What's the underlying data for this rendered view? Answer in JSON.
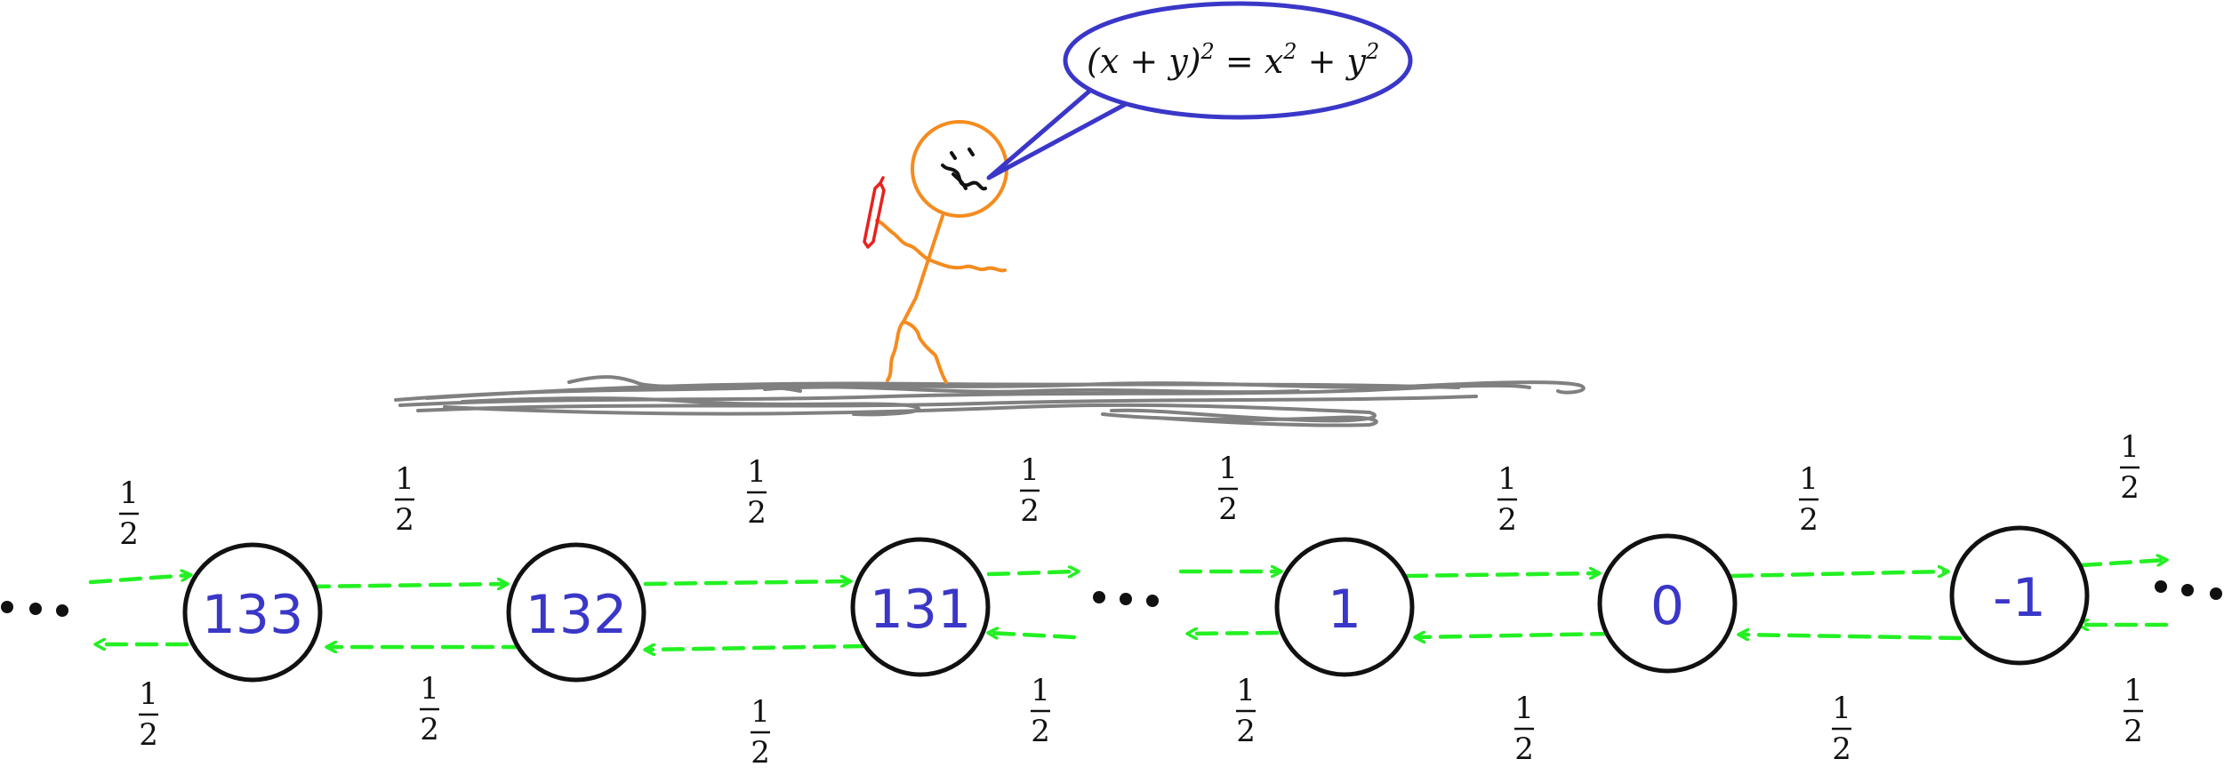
{
  "speech": {
    "formula_main": "(x + y)",
    "formula_exp1": "2",
    "formula_eq": " = x",
    "formula_exp2": "2",
    "formula_plus": " + y",
    "formula_exp3": "2"
  },
  "states": [
    "133",
    "132",
    "131",
    "1",
    "0",
    "-1"
  ],
  "transition_probability": {
    "numerator": "1",
    "denominator": "2"
  },
  "colors": {
    "stick_figure": "#f58b1e",
    "pen": "#e8211d",
    "speech_bubble": "#3a37c8",
    "ground": "#808080",
    "arrows": "#22f022",
    "node_border": "#111111",
    "node_label": "#3a37c8"
  },
  "icons": [
    "stick-figure-icon",
    "pen-icon",
    "ground-scribble-icon",
    "ellipsis-icon"
  ]
}
